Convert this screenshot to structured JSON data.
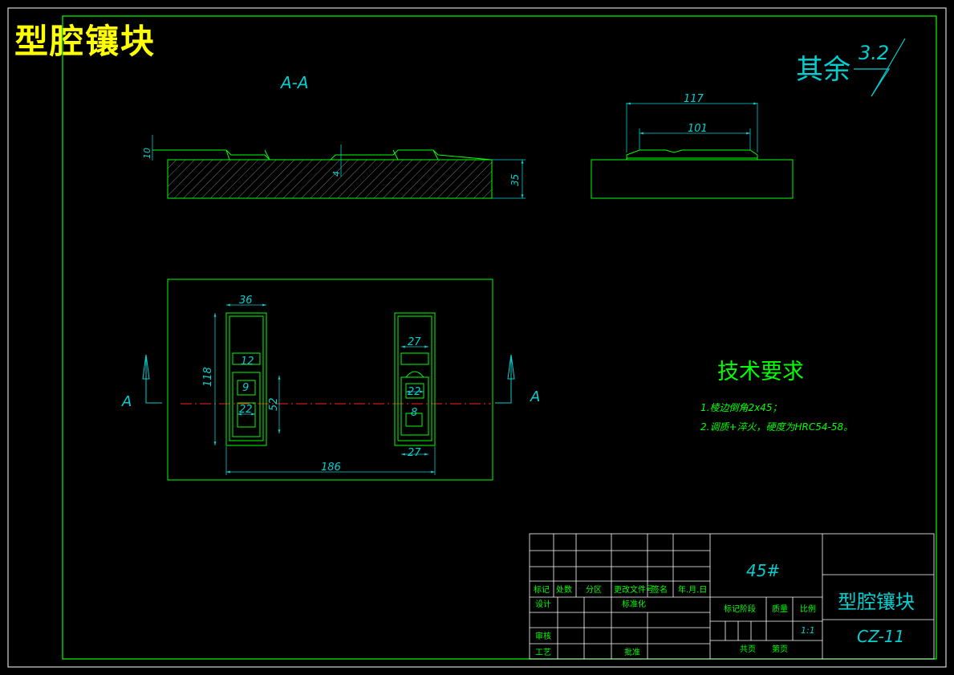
{
  "drawing": {
    "title": "型腔镶块",
    "section_label": "A-A",
    "section_mark": "A",
    "roughness": {
      "prefix": "其余",
      "value": "3.2"
    },
    "dimensions": {
      "top_117": "117",
      "top_101": "101",
      "section_10": "10",
      "section_4": "4",
      "section_35": "35",
      "plan_36": "36",
      "plan_118": "118",
      "plan_12": "12",
      "plan_9": "9",
      "plan_22_left": "22",
      "plan_52": "52",
      "plan_186": "186",
      "plan_27_top": "27",
      "plan_22_right": "22",
      "plan_8": "8",
      "plan_27_bottom": "27"
    },
    "tech_req": {
      "heading": "技术要求",
      "line1": "1.棱边倒角2x45；",
      "line2": "2.调质+淬火，硬度为HRC54-58。"
    },
    "title_block": {
      "material": "45#",
      "part_name": "型腔镶块",
      "drawing_no": "CZ-11",
      "scale": "1:1",
      "col_biaoji": "标记",
      "col_chushu": "处数",
      "col_fenqu": "分区",
      "col_gengai": "更改文件号",
      "col_qianming": "签名",
      "col_date": "年.月.日",
      "row_sheji": "设计",
      "row_shenhe": "审核",
      "row_gongyi": "工艺",
      "biaozhunhua": "标准化",
      "pizhun": "批准",
      "jieduan": "标记阶段",
      "zhiliang": "质量",
      "bili": "比例",
      "gongye": "共页",
      "diye": "第页"
    }
  }
}
